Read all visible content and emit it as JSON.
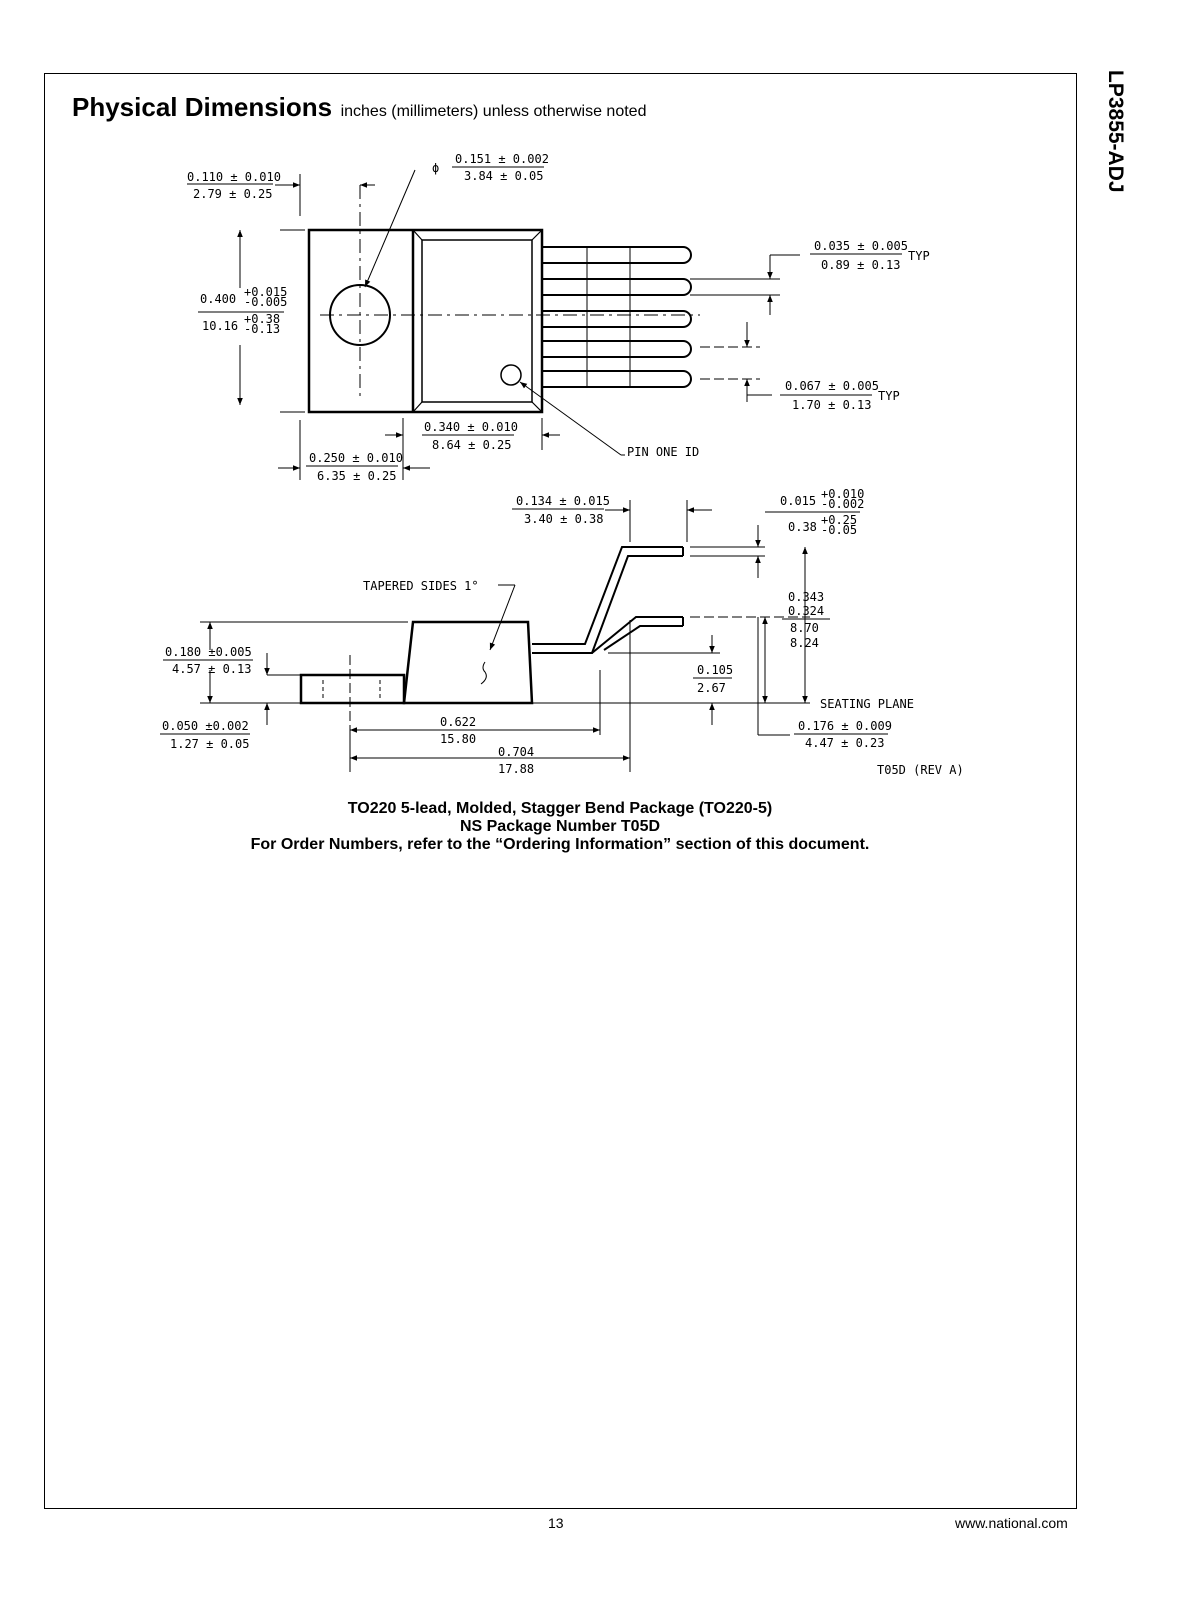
{
  "header": {
    "title": "Physical Dimensions",
    "subtitle": "inches (millimeters) unless otherwise noted",
    "side_title": "LP3855-ADJ"
  },
  "drawing": {
    "top_view": {
      "d1_in": "0.110 ± 0.010",
      "d1_mm": "2.79 ± 0.25",
      "phi": "ϕ",
      "d2_in": "0.151 ± 0.002",
      "d2_mm": "3.84 ± 0.05",
      "d3_in": "0.400",
      "d3_in_tol_up": "+0.015",
      "d3_in_tol_dn": "-0.005",
      "d3_mm": "10.16",
      "d3_mm_tol_up": "+0.38",
      "d3_mm_tol_dn": "-0.13",
      "d4_in": "0.035 ± 0.005",
      "d4_mm": "0.89 ± 0.13",
      "d4_typ": "TYP",
      "d5_in": "0.067 ± 0.005",
      "d5_mm": "1.70 ± 0.13",
      "d5_typ": "TYP",
      "d6_in": "0.340 ± 0.010",
      "d6_mm": "8.64 ± 0.25",
      "pin_one": "PIN ONE ID",
      "d7_in": "0.250 ± 0.010",
      "d7_mm": "6.35 ± 0.25"
    },
    "side_view": {
      "d8_in": "0.134 ± 0.015",
      "d8_mm": "3.40 ± 0.38",
      "d9_in": "0.015",
      "d9_in_tol_up": "+0.010",
      "d9_in_tol_dn": "-0.002",
      "d9_mm": "0.38",
      "d9_mm_tol_up": "+0.25",
      "d9_mm_tol_dn": "-0.05",
      "tapered": "TAPERED SIDES 1°",
      "d10_a": "0.343",
      "d10_b": "0.324",
      "d10_c": "8.70",
      "d10_d": "8.24",
      "d11_in": "0.180 ±0.005",
      "d11_mm": "4.57 ± 0.13",
      "d12_in": "0.105",
      "d12_mm": "2.67",
      "seating": "SEATING PLANE",
      "d13_in": "0.050 ±0.002",
      "d13_mm": "1.27 ± 0.05",
      "d14_in": "0.622",
      "d14_mm": "15.80",
      "d15_in": "0.176 ± 0.009",
      "d15_mm": "4.47 ± 0.23",
      "d16_in": "0.704",
      "d16_mm": "17.88",
      "rev": "T05D (REV A)"
    }
  },
  "caption": {
    "line1": "TO220 5-lead, Molded, Stagger Bend Package (TO220-5)",
    "line2": "NS Package Number T05D",
    "line3": "For Order Numbers, refer to the “Ordering Information” section of this document."
  },
  "footer": {
    "page_number": "13",
    "website": "www.national.com"
  }
}
